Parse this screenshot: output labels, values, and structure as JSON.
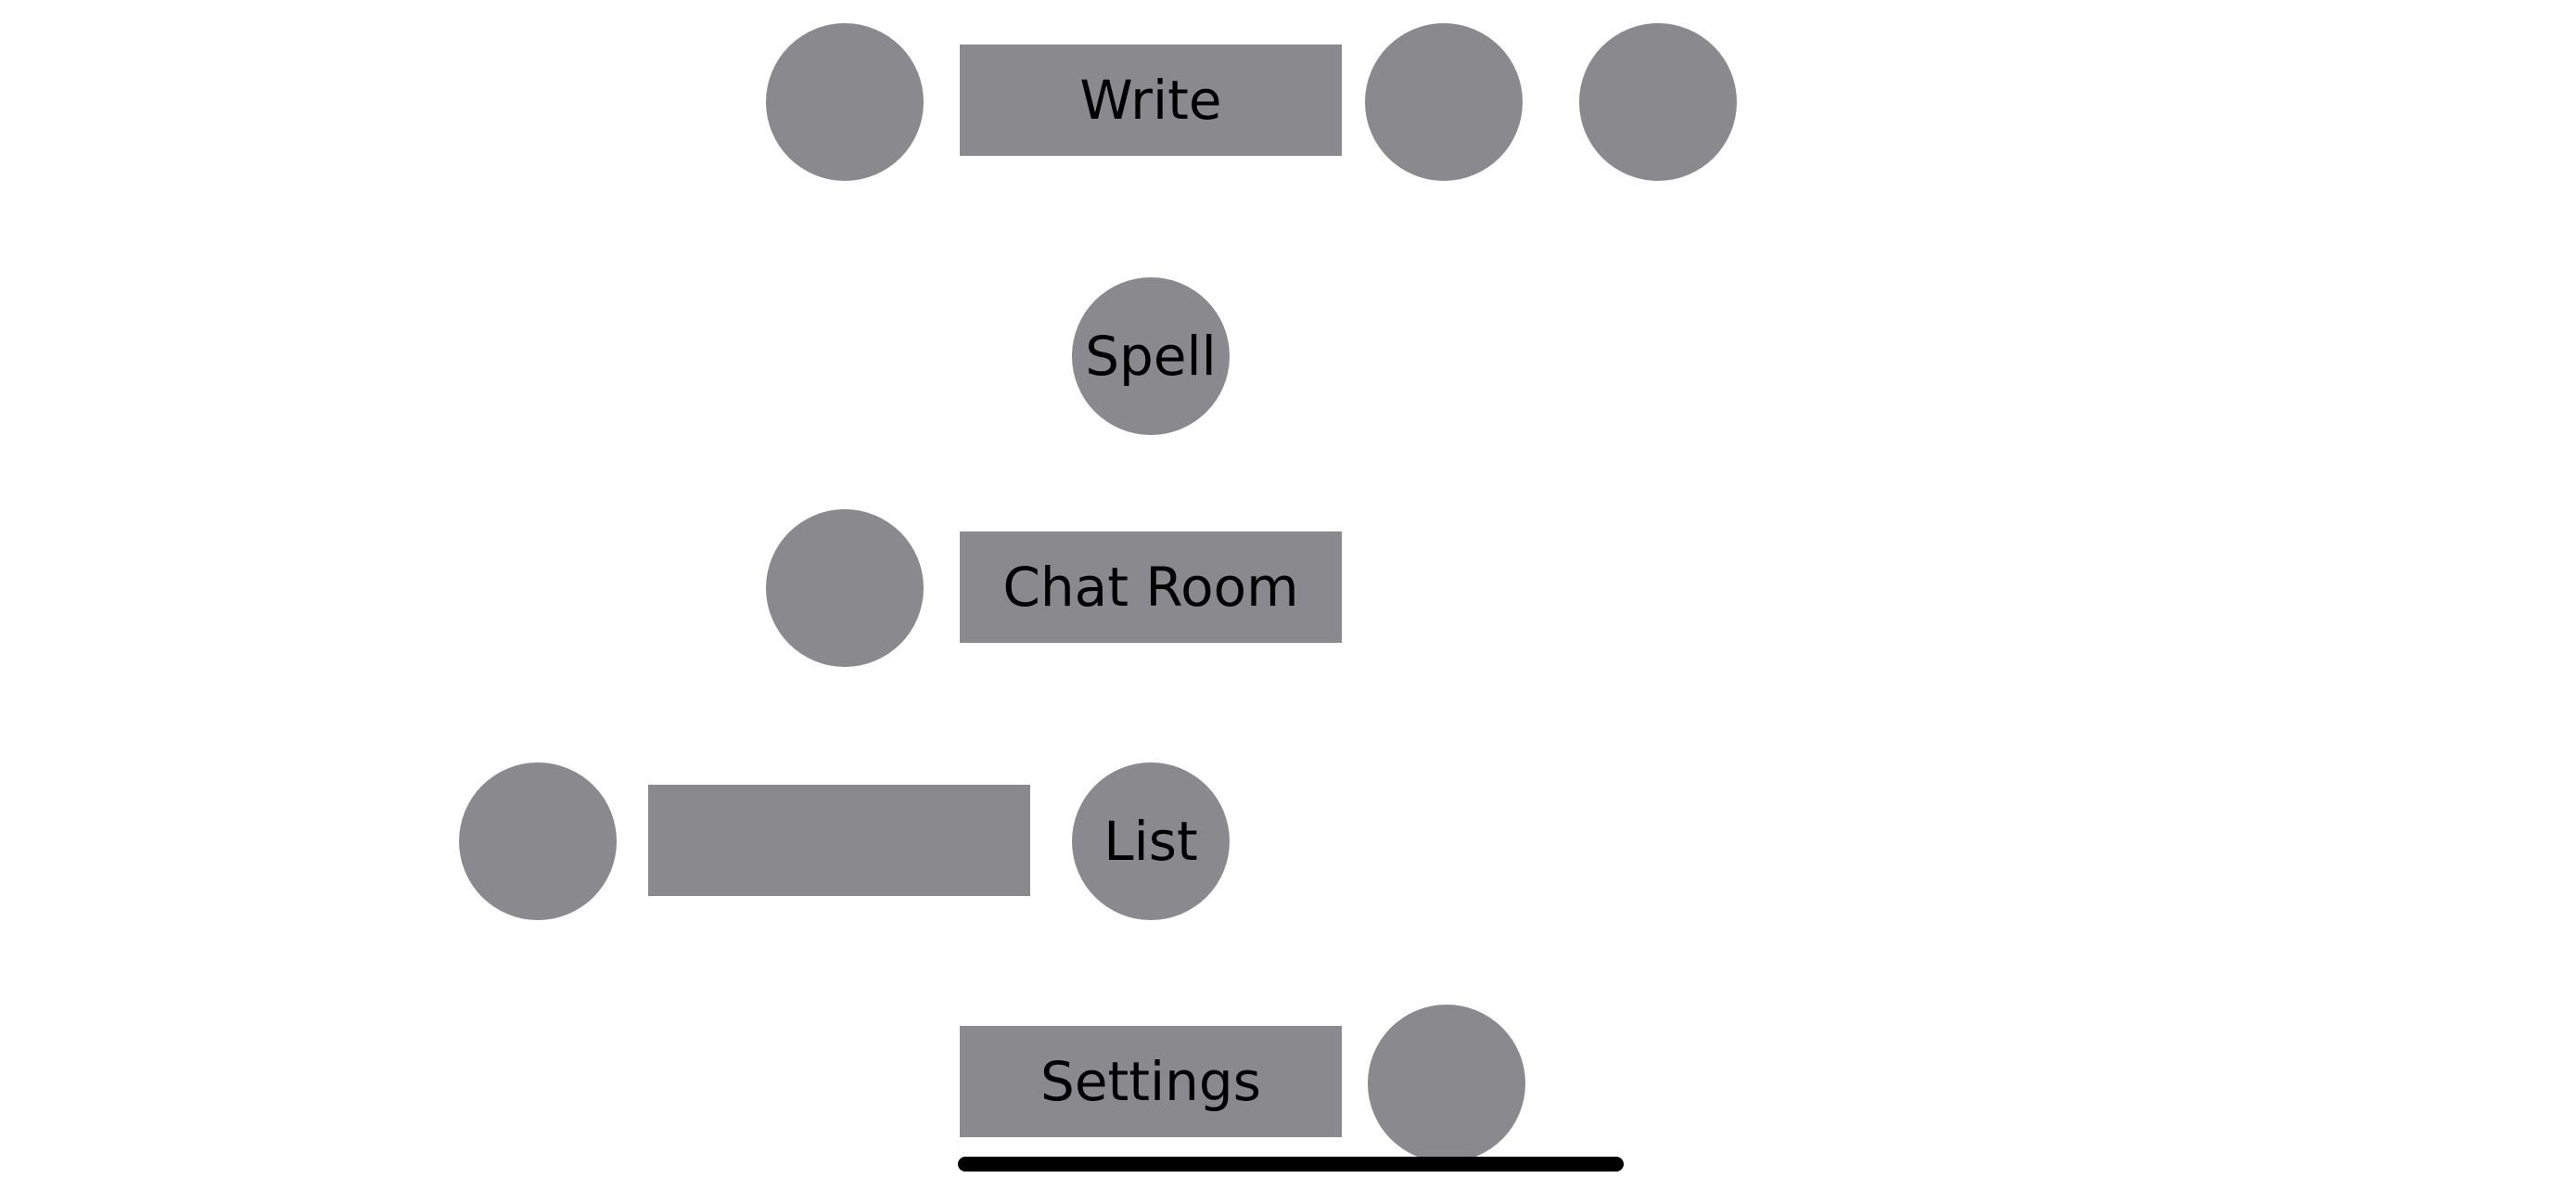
{
  "colors": {
    "background": "#ffffff",
    "control_fill": "#8a898e",
    "label_text": "#000000",
    "home_indicator": "#000000"
  },
  "rows": {
    "write": {
      "label": "Write"
    },
    "spell": {
      "label": "Spell"
    },
    "chat_room": {
      "label": "Chat Room"
    },
    "list": {
      "label": "List"
    },
    "settings": {
      "label": "Settings"
    }
  }
}
